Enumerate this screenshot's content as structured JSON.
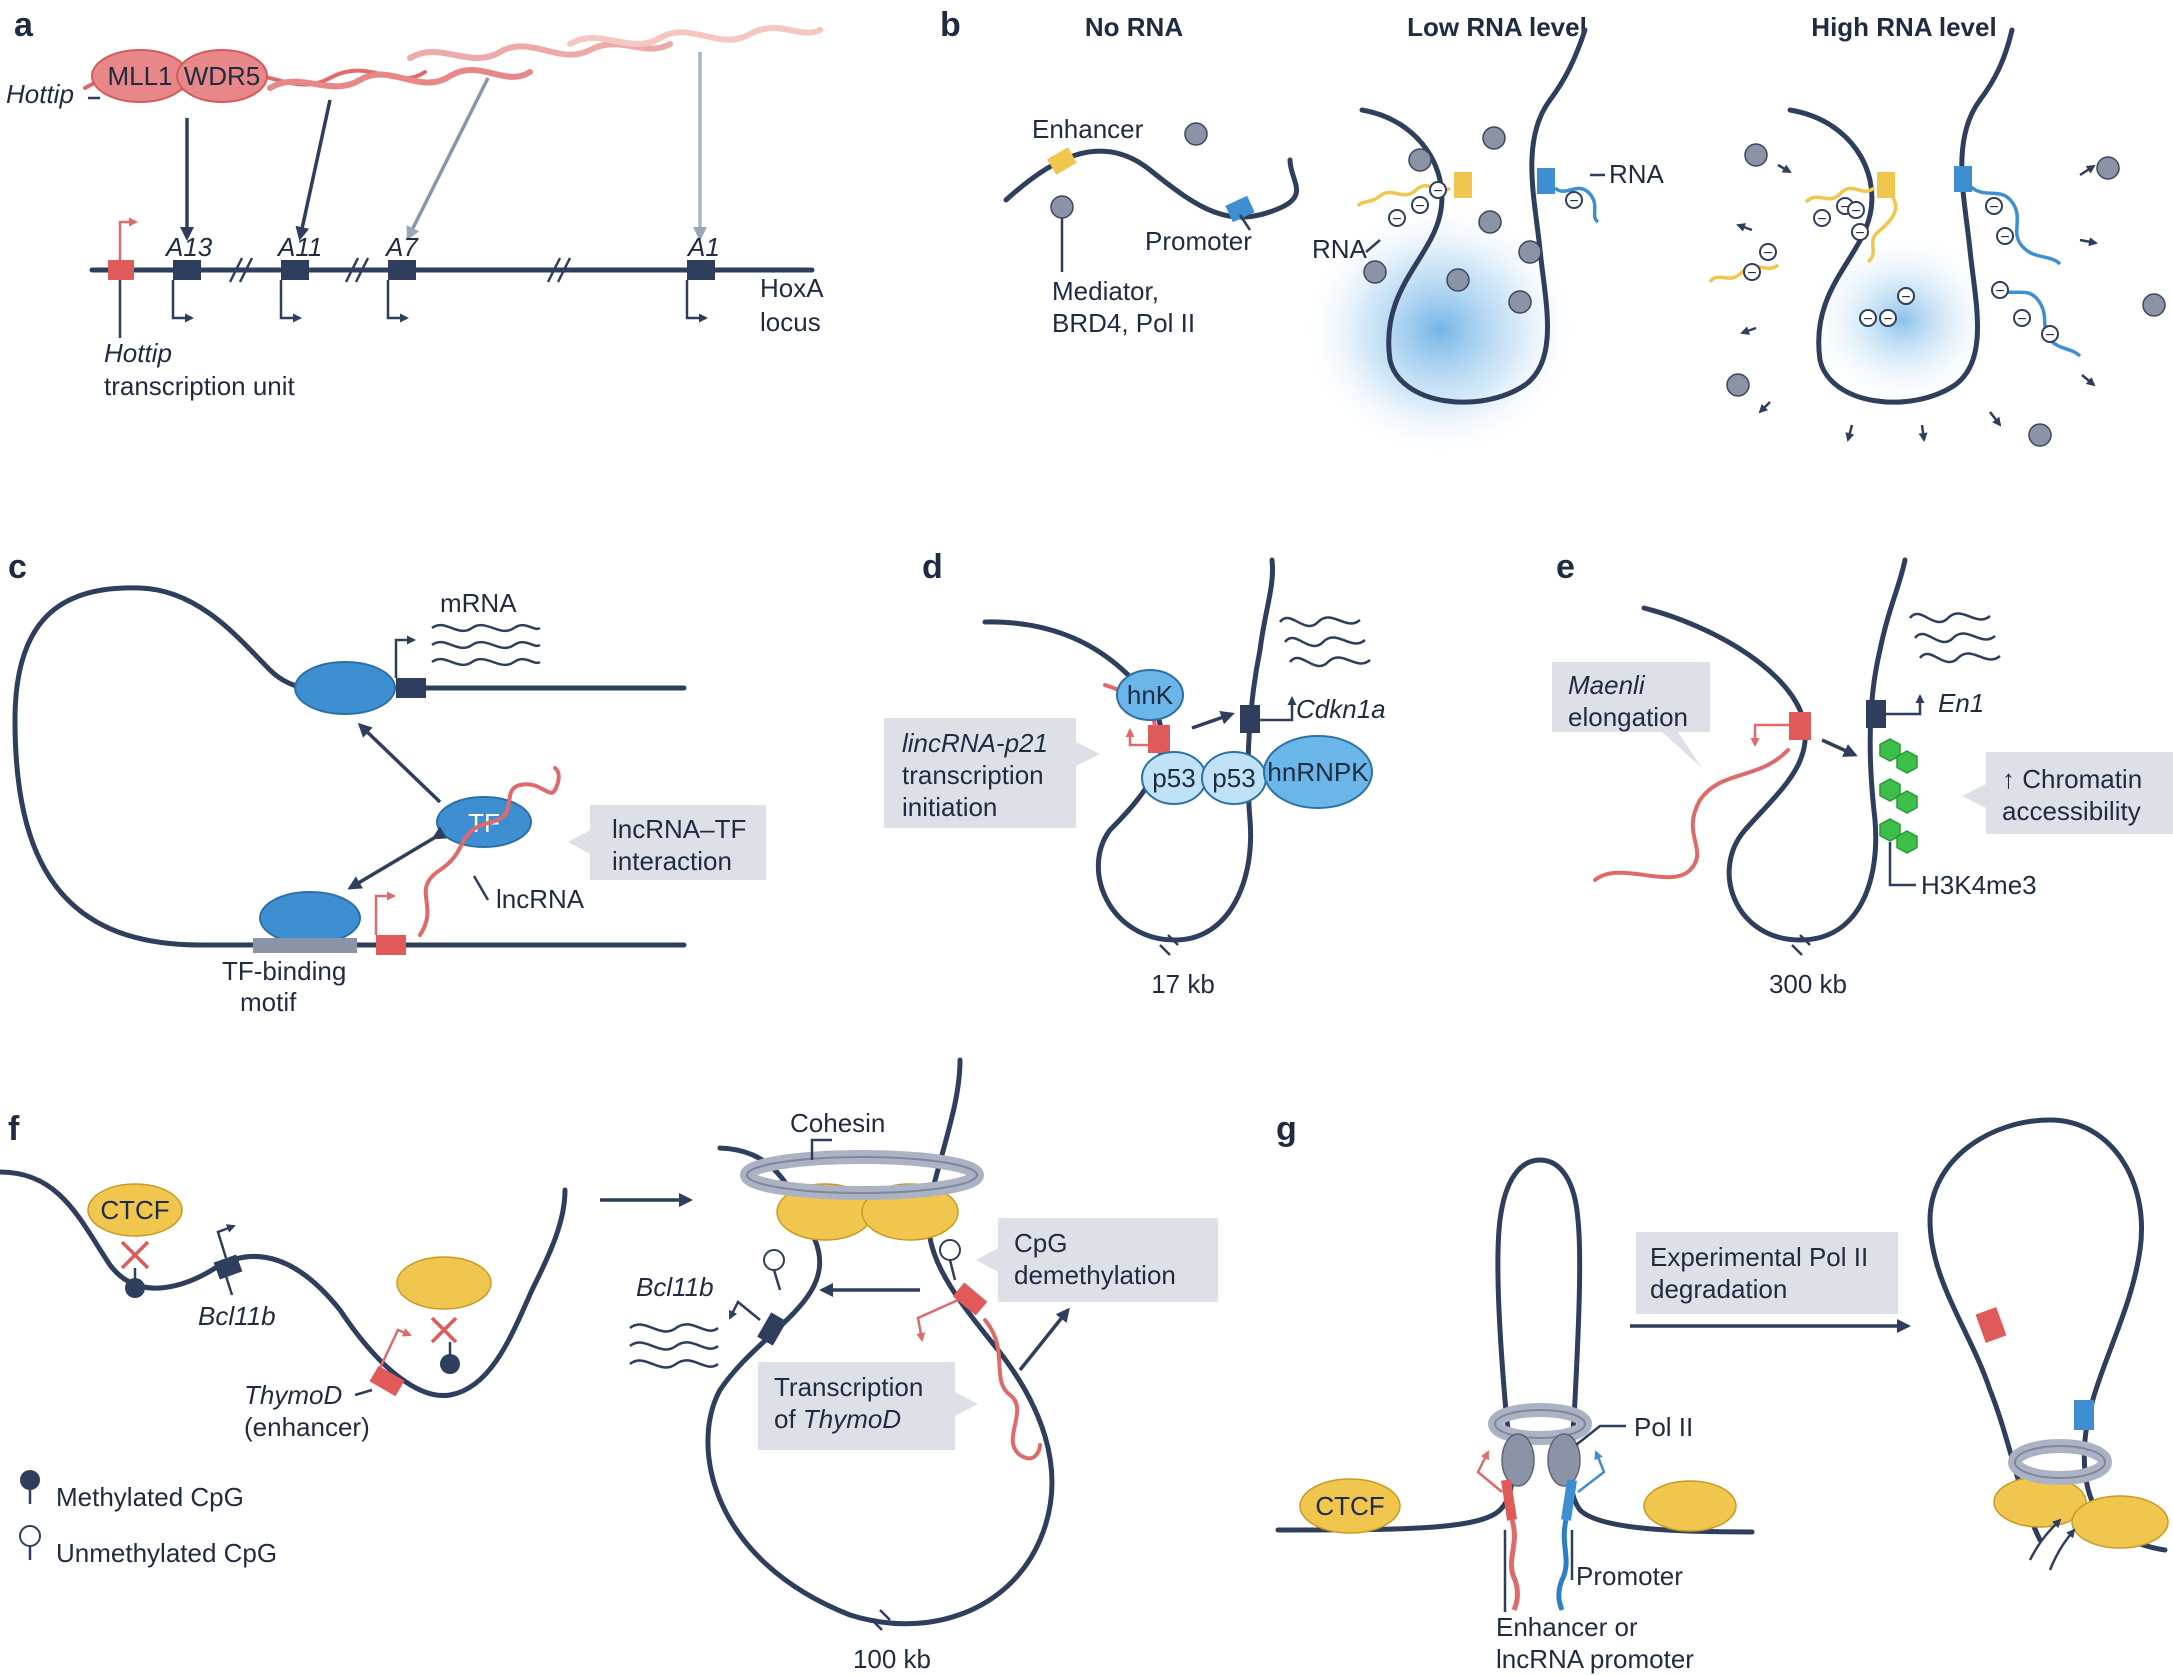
{
  "colors": {
    "dna": "#2e3e5c",
    "lncrna": "#e06a6a",
    "tf": "#3d8fd1",
    "p53": "#bfe2f7",
    "enhancer": "#f0c64f",
    "promoter": "#3d8fd1",
    "cohesin": "#c6cbd6",
    "h3k4me3": "#3dbf4a",
    "label_box": "#dde1e7"
  },
  "panel_a": {
    "letter": "a",
    "hottip": "Hottip",
    "mll1": "MLL1",
    "wdr5": "WDR5",
    "genes": [
      "A13",
      "A11",
      "A7",
      "A1"
    ],
    "locus_line1": "HoxA",
    "locus_line2": "locus",
    "unit_line1": "Hottip",
    "unit_line2": "transcription unit"
  },
  "panel_b": {
    "letter": "b",
    "headers": [
      "No RNA",
      "Low RNA level",
      "High RNA level"
    ],
    "enhancer": "Enhancer",
    "promoter": "Promoter",
    "factors_line1": "Mediator,",
    "factors_line2": "BRD4, Pol II",
    "rna_left": "RNA",
    "rna_right": "RNA",
    "minus": "−"
  },
  "panel_c": {
    "letter": "c",
    "mrna": "mRNA",
    "tf": "TF",
    "lncrna": "lncRNA",
    "box_line1": "lncRNA–TF",
    "box_line2": "interaction",
    "motif_line1": "TF-binding",
    "motif_line2": "motif"
  },
  "panel_d": {
    "letter": "d",
    "hnk": "hnK",
    "p53": "p53",
    "hnrnpk": "hnRNPK",
    "cdkn1a": "Cdkn1a",
    "box_line1": "lincRNA-p21",
    "box_line2": "transcription",
    "box_line3": "initiation",
    "distance": "17 kb"
  },
  "panel_e": {
    "letter": "e",
    "en1": "En1",
    "box_left_line1": "Maenli",
    "box_left_line2": "elongation",
    "box_right_line1": "↑ Chromatin",
    "box_right_line2": "accessibility",
    "mark": "H3K4me3",
    "distance": "300 kb"
  },
  "panel_f": {
    "letter": "f",
    "ctcf": "CTCF",
    "bcl11b": "Bcl11b",
    "thymod": "ThymoD",
    "enhancer_note": "(enhancer)",
    "cohesin": "Cohesin",
    "box_cpg_line1": "CpG",
    "box_cpg_line2": "demethylation",
    "box_tx_line1": "Transcription",
    "box_tx_line2a": "of ",
    "box_tx_line2b": "ThymoD",
    "distance": "100 kb",
    "legend_methylated": "Methylated CpG",
    "legend_unmethylated": "Unmethylated CpG"
  },
  "panel_g": {
    "letter": "g",
    "ctcf": "CTCF",
    "pol2": "Pol II",
    "promoter": "Promoter",
    "enh_line1": "Enhancer or",
    "enh_line2": "lncRNA promoter",
    "box_line1": "Experimental Pol II",
    "box_line2": "degradation"
  }
}
